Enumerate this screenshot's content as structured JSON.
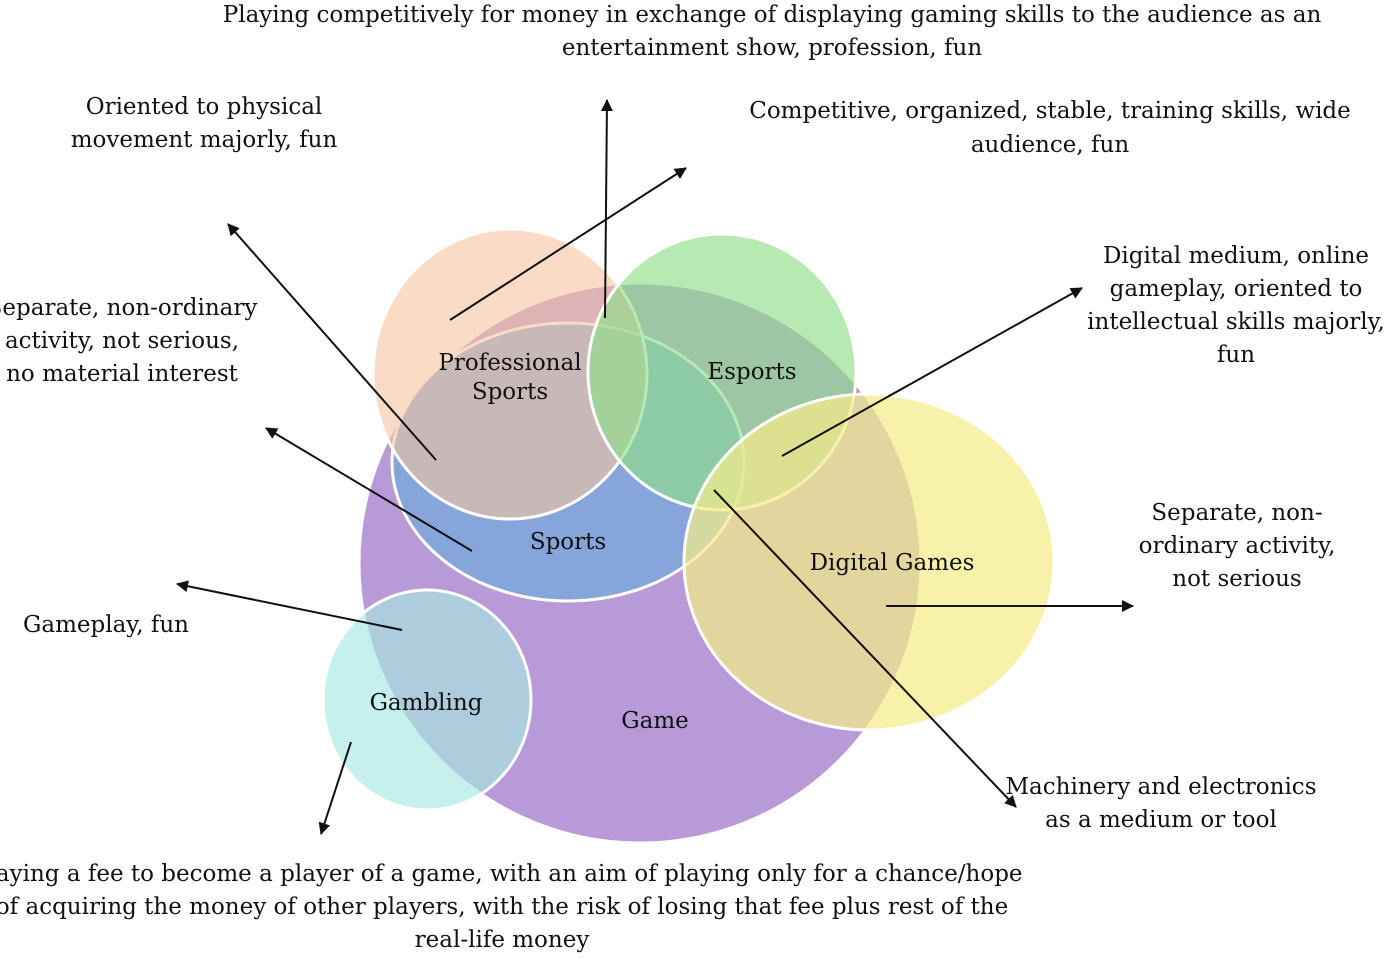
{
  "regions": {
    "game": {
      "label": "Game",
      "color": "#9C6ACB"
    },
    "sports": {
      "label": "Sports",
      "color": "#6A9BD8"
    },
    "professional_sports": {
      "label_line1": "Professional",
      "label_line2": "Sports",
      "color": "#F7C5A0"
    },
    "esports": {
      "label": "Esports",
      "color": "#8FDE88"
    },
    "digital_games": {
      "label": "Digital Games",
      "color": "#F4EC88"
    },
    "gambling": {
      "label": "Gambling",
      "color": "#A8E8E0"
    }
  },
  "annotations": {
    "top": {
      "line1": "Playing competitively for money in exchange of displaying gaming skills to the audience as an",
      "line2": "entertainment show, profession, fun"
    },
    "physical": {
      "line1": "Oriented to physical",
      "line2": "movement majorly, fun"
    },
    "competitive": {
      "line1": "Competitive, organized, stable, training skills, wide",
      "line2": "audience, fun"
    },
    "separate_left": {
      "line1": "Separate, non-ordinary",
      "line2": "activity, not serious,",
      "line3": "no material interest"
    },
    "digital_medium": {
      "line1": "Digital medium, online",
      "line2": "gameplay, oriented to",
      "line3": "intellectual skills majorly,",
      "line4": "fun"
    },
    "separate_right": {
      "line1": "Separate, non-",
      "line2": "ordinary activity,",
      "line3": "not serious"
    },
    "gameplay": {
      "line1": "Gameplay, fun"
    },
    "machinery": {
      "line1": "Machinery and electronics",
      "line2": "as a medium or tool"
    },
    "bottom": {
      "line1": "Paying a fee to become a player of a game, with an aim of playing only for a chance/hope",
      "line2": "of acquiring the money of other players, with the risk of losing that fee plus rest of the",
      "line3": "real-life money"
    }
  }
}
